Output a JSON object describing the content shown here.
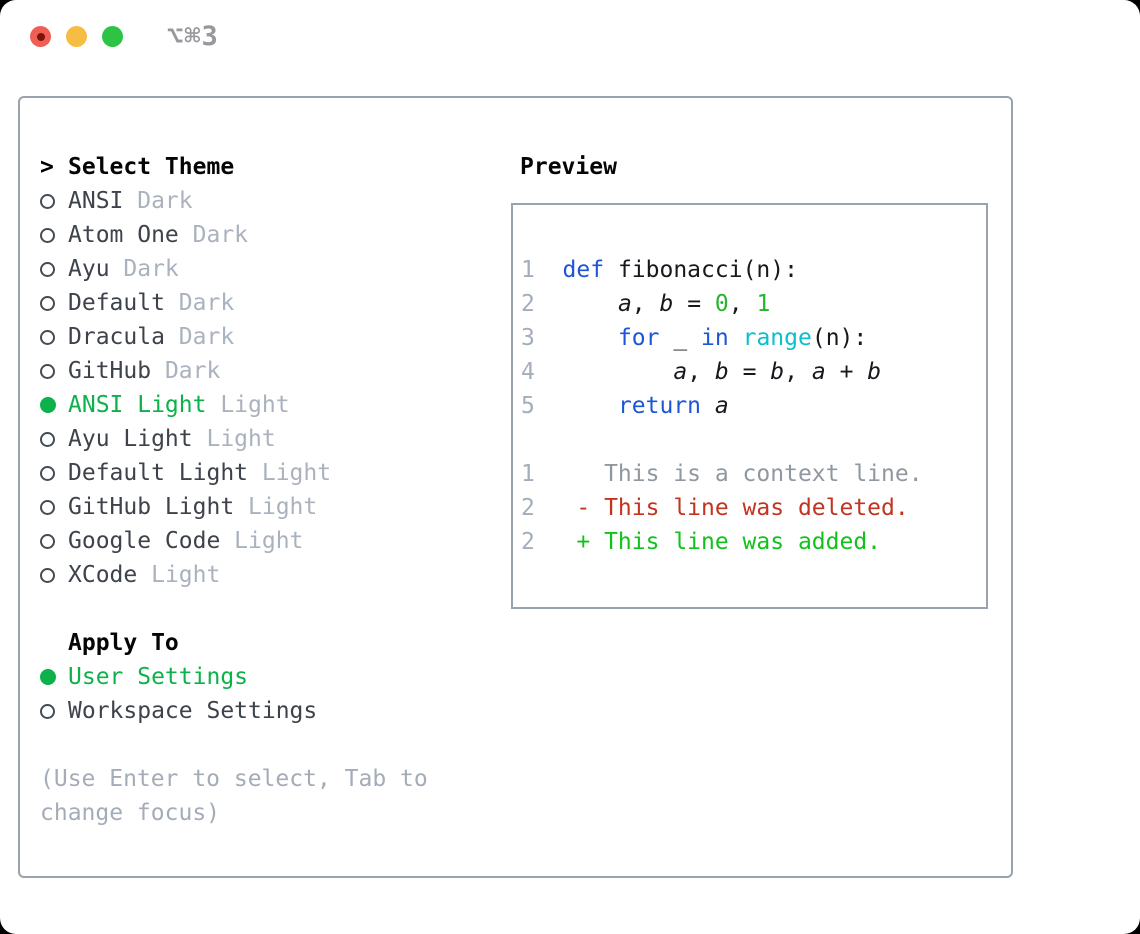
{
  "window": {
    "title": "⌥⌘3"
  },
  "colors": {
    "selection_green": "#0cb14a",
    "keyword_blue": "#1d55d8",
    "builtin_cyan": "#0bbfcd",
    "literal_green": "#28b42c",
    "diff_deleted_red": "#c33420",
    "diff_added_green": "#12c21b",
    "dim_gray": "#aab2be",
    "border_gray": "#9aa2ae",
    "traffic_red": "#f05f56",
    "traffic_yellow": "#f6bd44",
    "traffic_green": "#2ec344"
  },
  "theme_list": {
    "cursor": ">",
    "header": "Select Theme",
    "items": [
      {
        "name": "ANSI",
        "tag": "Dark",
        "selected": false
      },
      {
        "name": "Atom One",
        "tag": "Dark",
        "selected": false
      },
      {
        "name": "Ayu",
        "tag": "Dark",
        "selected": false
      },
      {
        "name": "Default",
        "tag": "Dark",
        "selected": false
      },
      {
        "name": "Dracula",
        "tag": "Dark",
        "selected": false
      },
      {
        "name": "GitHub",
        "tag": "Dark",
        "selected": false
      },
      {
        "name": "ANSI Light",
        "tag": "Light",
        "selected": true
      },
      {
        "name": "Ayu Light",
        "tag": "Light",
        "selected": false
      },
      {
        "name": "Default Light",
        "tag": "Light",
        "selected": false
      },
      {
        "name": "GitHub Light",
        "tag": "Light",
        "selected": false
      },
      {
        "name": "Google Code",
        "tag": "Light",
        "selected": false
      },
      {
        "name": "XCode",
        "tag": "Light",
        "selected": false
      }
    ]
  },
  "apply_to": {
    "header": "Apply To",
    "items": [
      {
        "name": "User Settings",
        "selected": true
      },
      {
        "name": "Workspace Settings",
        "selected": false
      }
    ]
  },
  "help": {
    "line1": "(Use Enter to select, Tab to",
    "line2": "change focus)"
  },
  "preview": {
    "header": "Preview",
    "code_lines": [
      {
        "num": "1",
        "segments": [
          {
            "t": "def",
            "c": "kw"
          },
          {
            "t": " fibonacci(n):",
            "c": "pl"
          }
        ]
      },
      {
        "num": "2",
        "segments": [
          {
            "t": "    ",
            "c": "pl"
          },
          {
            "t": "a",
            "c": "var"
          },
          {
            "t": ", ",
            "c": "pl"
          },
          {
            "t": "b",
            "c": "var"
          },
          {
            "t": " = ",
            "c": "pl"
          },
          {
            "t": "0",
            "c": "num"
          },
          {
            "t": ", ",
            "c": "pl"
          },
          {
            "t": "1",
            "c": "num"
          }
        ]
      },
      {
        "num": "3",
        "segments": [
          {
            "t": "    ",
            "c": "pl"
          },
          {
            "t": "for",
            "c": "kw"
          },
          {
            "t": " _ ",
            "c": "pl"
          },
          {
            "t": "in",
            "c": "kw"
          },
          {
            "t": " ",
            "c": "pl"
          },
          {
            "t": "range",
            "c": "fn"
          },
          {
            "t": "(n):",
            "c": "pl"
          }
        ]
      },
      {
        "num": "4",
        "segments": [
          {
            "t": "        ",
            "c": "pl"
          },
          {
            "t": "a",
            "c": "var"
          },
          {
            "t": ", ",
            "c": "pl"
          },
          {
            "t": "b",
            "c": "var"
          },
          {
            "t": " = ",
            "c": "pl"
          },
          {
            "t": "b",
            "c": "var"
          },
          {
            "t": ", ",
            "c": "pl"
          },
          {
            "t": "a",
            "c": "var"
          },
          {
            "t": " + ",
            "c": "pl"
          },
          {
            "t": "b",
            "c": "var"
          }
        ]
      },
      {
        "num": "5",
        "segments": [
          {
            "t": "    ",
            "c": "pl"
          },
          {
            "t": "return",
            "c": "kw"
          },
          {
            "t": " ",
            "c": "pl"
          },
          {
            "t": "a",
            "c": "var"
          }
        ]
      }
    ],
    "diff_lines": [
      {
        "num": "1",
        "segments": [
          {
            "t": "   This is a context line.",
            "c": "ctx"
          }
        ]
      },
      {
        "num": "2",
        "segments": [
          {
            "t": " - This line was deleted.",
            "c": "del"
          }
        ]
      },
      {
        "num": "2",
        "segments": [
          {
            "t": " + This line was added.",
            "c": "add"
          }
        ]
      }
    ]
  }
}
